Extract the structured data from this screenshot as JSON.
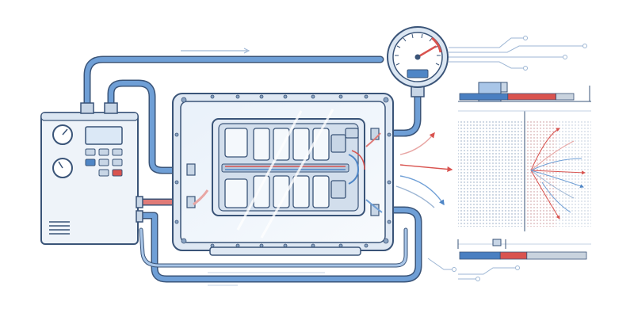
{
  "colors": {
    "background": "#ffffff",
    "outline": "#3a5478",
    "pipe_blue": "#4f86c6",
    "pipe_light": "#dbe8f6",
    "heat_red": "#d9534f",
    "panel_fill": "#eef3f9",
    "bar_blue": "#4a7fc1",
    "bar_red": "#d9534f",
    "bar_grey": "#c9d3de"
  },
  "icons": {
    "control_unit": "control-box-icon",
    "gauge": "pressure-gauge-icon",
    "chamber": "test-chamber-icon",
    "battery": "battery-pack-icon"
  },
  "control_unit": {
    "dials": 2,
    "buttons": 8,
    "highlighted_buttons": [
      "blue",
      "red"
    ]
  },
  "gauge": {
    "needle_level": 0.72
  },
  "battery_pack": {
    "cells_top_row": 5,
    "cells_bottom_row": 5
  },
  "top_bar": {
    "segments": [
      {
        "color": "blue",
        "fraction": 0.38
      },
      {
        "color": "red",
        "fraction": 0.38
      },
      {
        "color": "grey",
        "fraction": 0.14
      }
    ]
  },
  "bottom_bar": {
    "segments": [
      {
        "color": "blue",
        "fraction": 0.32
      },
      {
        "color": "red",
        "fraction": 0.21
      },
      {
        "color": "grey",
        "fraction": 0.47
      }
    ]
  }
}
